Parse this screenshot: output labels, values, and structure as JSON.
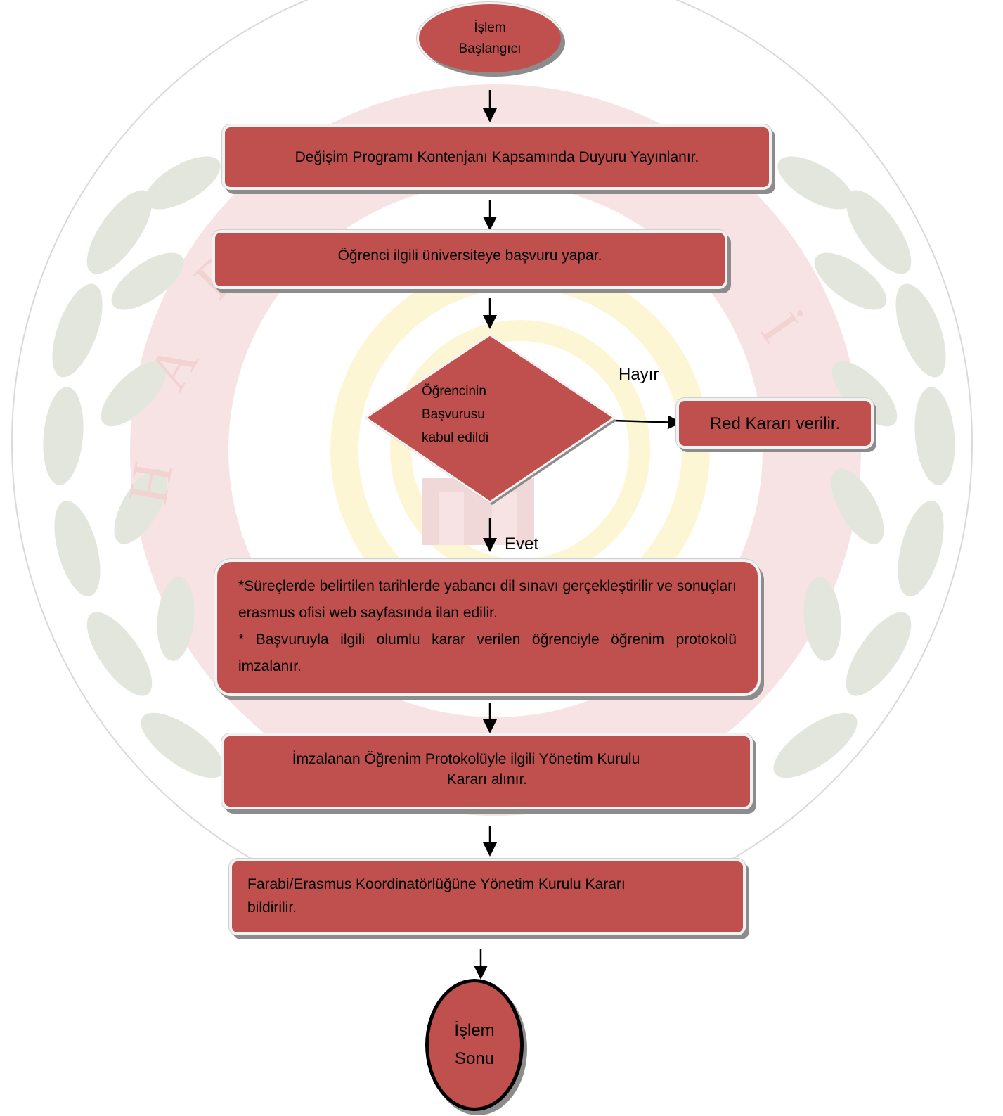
{
  "colors": {
    "box_fill": "#c0504d",
    "box_border": "#f2f2f2",
    "shadow": "#8c8c8c"
  },
  "nodes": {
    "start": {
      "line1": "İşlem",
      "line2": "Başlangıcı"
    },
    "announce": "Değişim Programı Kontenjanı Kapsamında Duyuru Yayınlanır.",
    "apply": "Öğrenci ilgili üniversiteye başvuru yapar.",
    "decision": {
      "line1": "Öğrencinin",
      "line2": "Başvurusu",
      "line3": "kabul edildi"
    },
    "reject": "Red Kararı verilir.",
    "exam": {
      "para1": "*Süreçlerde belirtilen tarihlerde yabancı dil sınavı gerçekleştirilir ve sonuçları erasmus ofisi web sayfasında ilan edilir.",
      "para2": "* Başvuruyla ilgili olumlu karar verilen öğrenciyle öğrenim protokolü imzalanır."
    },
    "board": {
      "line1": "İmzalanan Öğrenim Protokolüyle ilgili Yönetim Kurulu",
      "line2": "Kararı alınır."
    },
    "notify": {
      "line1": "Farabi/Erasmus Koordinatörlüğüne Yönetim Kurulu Kararı",
      "line2": "bildirilir."
    },
    "end": {
      "line1": "İşlem",
      "line2": "Sonu"
    }
  },
  "edge_labels": {
    "no": "Hayır",
    "yes": "Evet"
  },
  "watermark": {
    "ring_text": "HARRAN ÜNİVERSİTESİ"
  }
}
